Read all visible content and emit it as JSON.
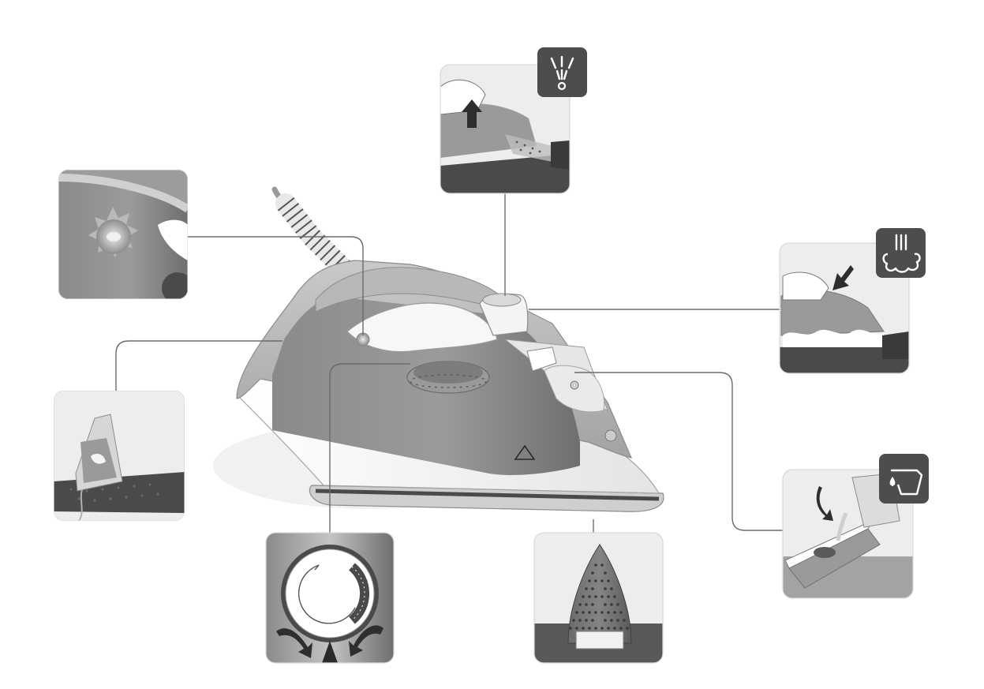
{
  "diagram": {
    "subject": "steam-iron",
    "colors": {
      "background": "#ffffff",
      "callout_line": "#6b6b6b",
      "body_dark": "#7a7a7a",
      "body_mid": "#a6a6a6",
      "body_light": "#cfcfcf",
      "body_white": "#f4f4f4",
      "icon_tile": "#4d4d4d",
      "icon_glyph": "#ffffff",
      "panel_bg": "#e6e6e6",
      "panel_dark": "#595959"
    },
    "panels": [
      {
        "id": "spray-nozzle",
        "icon": "spray-icon"
      },
      {
        "id": "steam-burst",
        "icon": "steam-burst-icon"
      },
      {
        "id": "water-filling",
        "icon": "water-fill-icon"
      },
      {
        "id": "anti-drip-soleplate",
        "icon": "soleplate-icon"
      },
      {
        "id": "temperature-dial",
        "icon": "thermostat-dial-icon"
      },
      {
        "id": "heel-rest",
        "icon": "heel-rest-icon"
      },
      {
        "id": "pilot-light",
        "icon": "pilot-light-icon"
      }
    ]
  }
}
